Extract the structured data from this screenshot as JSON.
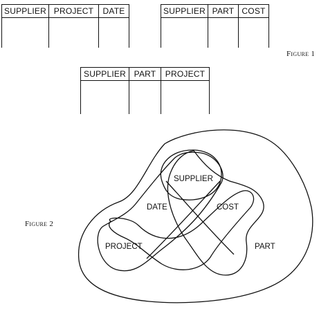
{
  "figure1": {
    "label": "Figure 1",
    "tables": [
      {
        "columns": [
          "SUPPLIER",
          "PROJECT",
          "DATE"
        ]
      },
      {
        "columns": [
          "SUPPLIER",
          "PART",
          "COST"
        ]
      },
      {
        "columns": [
          "SUPPLIER",
          "PART",
          "PROJECT"
        ]
      }
    ]
  },
  "figure2": {
    "label": "Figure 2",
    "nodes": {
      "supplier": "SUPPLIER",
      "project": "PROJECT",
      "part": "PART",
      "date": "DATE",
      "cost": "COST"
    }
  }
}
